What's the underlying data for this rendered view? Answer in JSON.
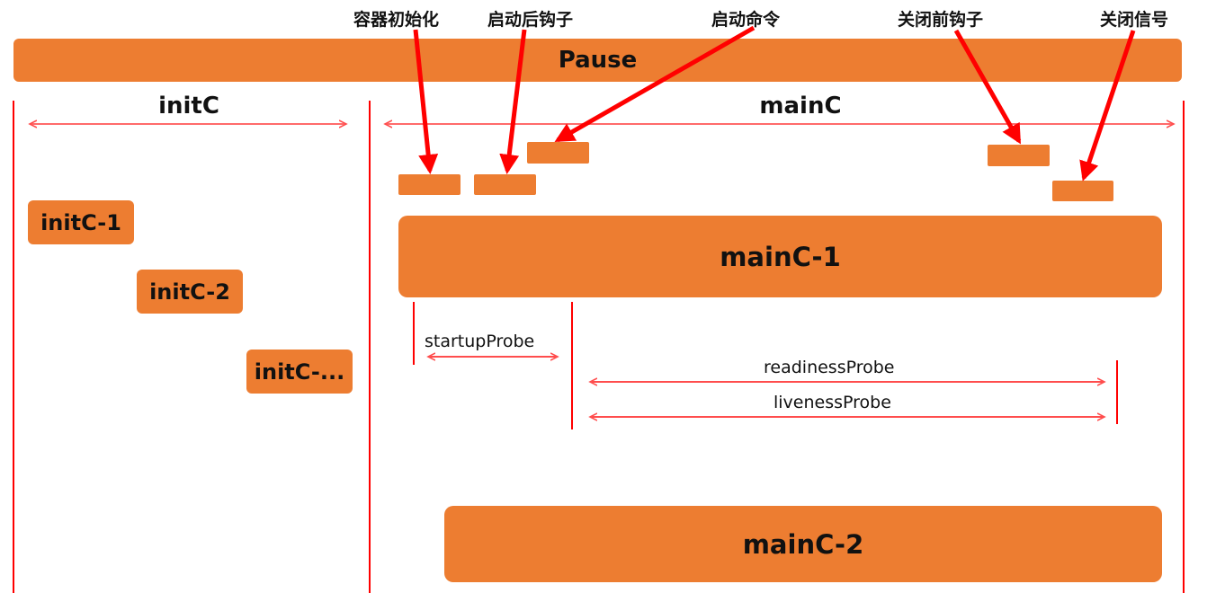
{
  "pause": {
    "label": "Pause"
  },
  "sections": {
    "init": {
      "label": "initC"
    },
    "main": {
      "label": "mainC"
    }
  },
  "init_containers": [
    "initC-1",
    "initC-2",
    "initC-..."
  ],
  "main_containers": [
    "mainC-1",
    "mainC-2"
  ],
  "callouts": {
    "container_init": "容器初始化",
    "post_start_hook": "启动后钩子",
    "start_command": "启动命令",
    "pre_stop_hook": "关闭前钩子",
    "stop_signal": "关闭信号"
  },
  "probes": {
    "startup": "startupProbe",
    "readiness": "readinessProbe",
    "liveness": "livenessProbe"
  },
  "colors": {
    "bar": "#ED7D31",
    "guide_line": "#FF0000",
    "span_arrow": "#FF4D4D",
    "callout_arrow": "#FF0000"
  }
}
